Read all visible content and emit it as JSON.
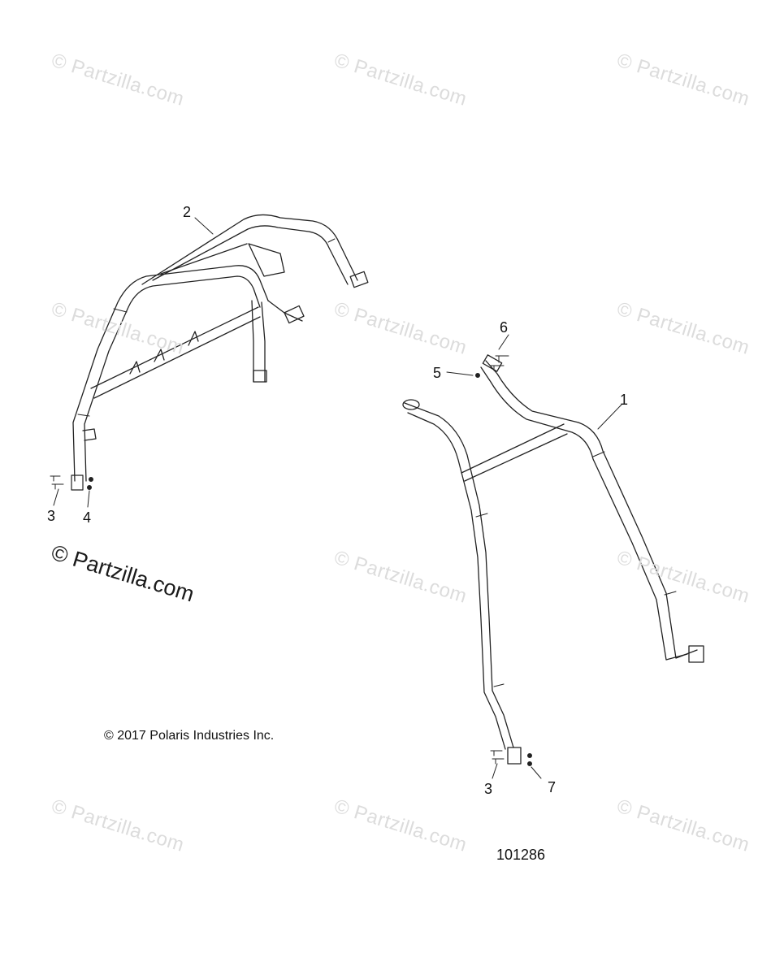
{
  "watermark": {
    "text": "© Partzilla.com",
    "prominent_text": "© Partzilla.com"
  },
  "callouts": {
    "c1": "1",
    "c2": "2",
    "c3_left": "3",
    "c4": "4",
    "c5": "5",
    "c6": "6",
    "c3_right": "3",
    "c7": "7"
  },
  "copyright": "© 2017 Polaris Industries Inc.",
  "figure_id": "101286"
}
